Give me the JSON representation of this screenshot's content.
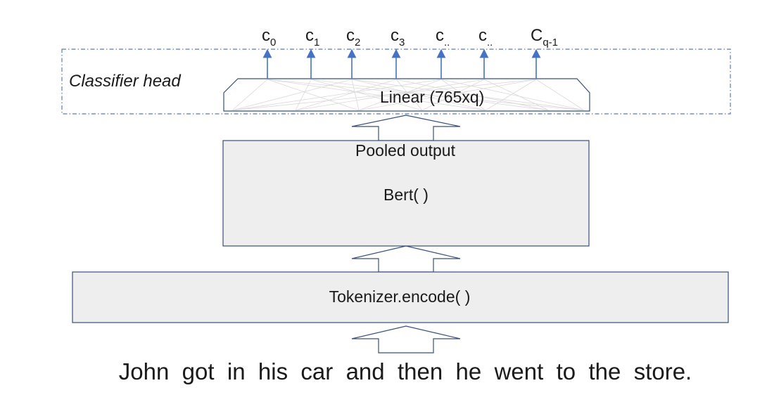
{
  "diagram": {
    "classifier_head": {
      "label": "Classifier head",
      "linear_label": "Linear (765xq)",
      "outputs": [
        {
          "base": "c",
          "sub": "0"
        },
        {
          "base": "c",
          "sub": "1"
        },
        {
          "base": "c",
          "sub": "2"
        },
        {
          "base": "c",
          "sub": "3"
        },
        {
          "base": "c",
          "sub": ".."
        },
        {
          "base": "c",
          "sub": ".."
        },
        {
          "base": "C",
          "sub": "q-1"
        }
      ]
    },
    "bert": {
      "top_label": "Pooled output",
      "label": "Bert( )"
    },
    "tokenizer": {
      "label": "Tokenizer.encode( )"
    },
    "input_sentence": "John  got  in  his  car  and  then  he  went  to  the  store."
  },
  "colors": {
    "arrow_blue": "#4472c4",
    "box_fill": "#eeeeee",
    "box_stroke": "#3a4f7a",
    "dashed_stroke": "#5b7bb5",
    "text": "#1a1a1a",
    "crossing_lines": "#d9d9d9"
  }
}
